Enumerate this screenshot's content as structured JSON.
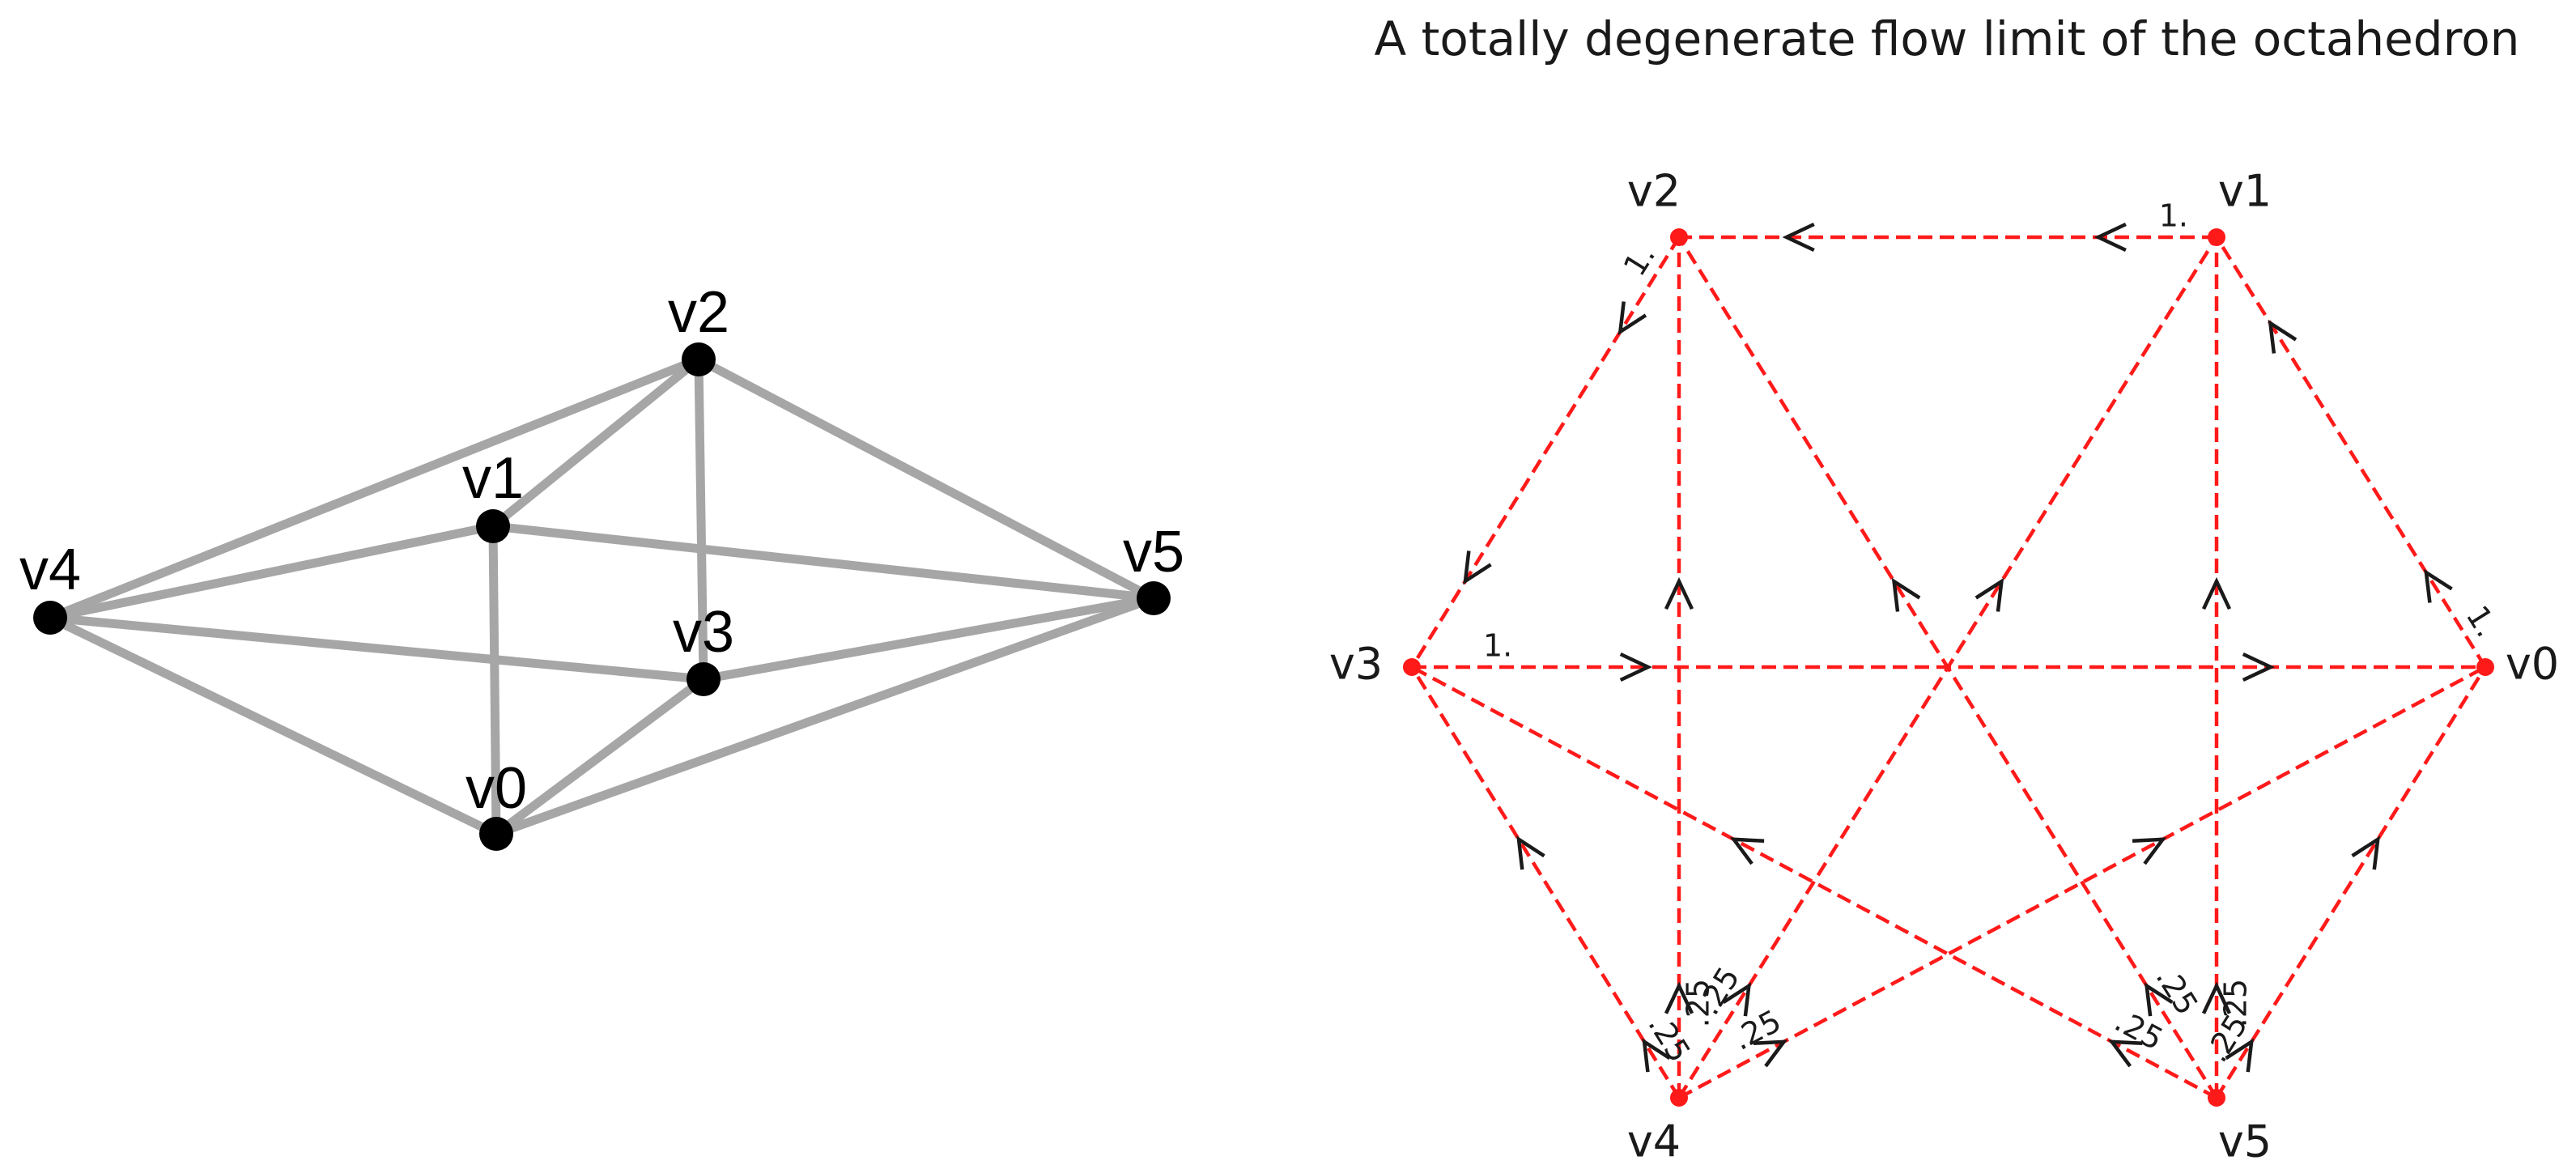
{
  "title": "A totally degenerate flow limit of the octahedron",
  "colors": {
    "graph_edge": "#a6a6a6",
    "graph_node": "#000000",
    "flow": "#ff1a1a"
  },
  "left_graph": {
    "vertices": [
      "v0",
      "v1",
      "v2",
      "v3",
      "v4",
      "v5"
    ],
    "edges": [
      [
        "v4",
        "v2"
      ],
      [
        "v4",
        "v1"
      ],
      [
        "v4",
        "v3"
      ],
      [
        "v4",
        "v0"
      ],
      [
        "v2",
        "v1"
      ],
      [
        "v2",
        "v3"
      ],
      [
        "v2",
        "v5"
      ],
      [
        "v1",
        "v0"
      ],
      [
        "v1",
        "v5"
      ],
      [
        "v3",
        "v0"
      ],
      [
        "v3",
        "v5"
      ],
      [
        "v0",
        "v5"
      ]
    ]
  },
  "flow_graph": {
    "vertices": [
      "v0",
      "v1",
      "v2",
      "v3",
      "v4",
      "v5"
    ],
    "edges": [
      {
        "from": "v1",
        "to": "v2",
        "label": "1."
      },
      {
        "from": "v2",
        "to": "v3",
        "label": "1."
      },
      {
        "from": "v0",
        "to": "v1",
        "label": "1."
      },
      {
        "from": "v3",
        "to": "v0",
        "label": "1."
      },
      {
        "from": "v4",
        "to": "v2",
        "label": ".25"
      },
      {
        "from": "v4",
        "to": "v1",
        "label": ".25"
      },
      {
        "from": "v4",
        "to": "v3",
        "label": ".25"
      },
      {
        "from": "v4",
        "to": "v0",
        "label": ".25"
      },
      {
        "from": "v5",
        "to": "v2",
        "label": ".25"
      },
      {
        "from": "v5",
        "to": "v1",
        "label": ".25"
      },
      {
        "from": "v5",
        "to": "v3",
        "label": ".25"
      },
      {
        "from": "v5",
        "to": "v0",
        "label": ".25"
      }
    ]
  }
}
